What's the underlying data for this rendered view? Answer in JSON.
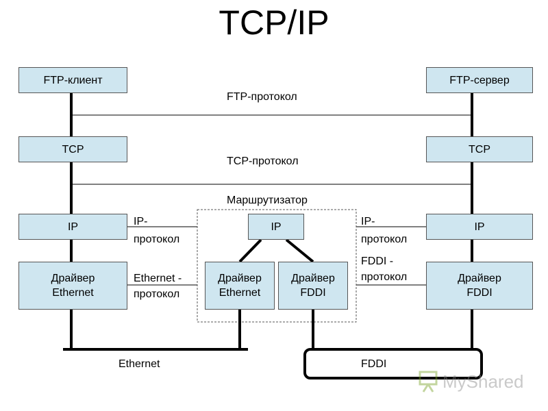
{
  "title": "TCP/IP",
  "left_stack": {
    "ftp": "FTP-клиент",
    "tcp": "TCP",
    "ip": "IP",
    "driver_line1": "Драйвер",
    "driver_line2": "Ethernet"
  },
  "right_stack": {
    "ftp": "FTP-сервер",
    "tcp": "TCP",
    "ip": "IP",
    "driver_line1": "Драйвер",
    "driver_line2": "FDDI"
  },
  "router": {
    "label": "Маршрутизатор",
    "ip": "IP",
    "driver_eth_line1": "Драйвер",
    "driver_eth_line2": "Ethernet",
    "driver_fddi_line1": "Драйвер",
    "driver_fddi_line2": "FDDI"
  },
  "protocols": {
    "ftp": "FTP-протокол",
    "tcp": "TCP-протокол",
    "ip_left_line1": "IP-",
    "ip_left_line2": "протокол",
    "ip_right_line1": "IP-",
    "ip_right_line2": "протокол",
    "eth_line1": "Ethernet -",
    "eth_line2": "протокол",
    "fddi_line1": "FDDI -",
    "fddi_line2": "протокол"
  },
  "networks": {
    "ethernet": "Ethernet",
    "fddi": "FDDI"
  },
  "watermark": "MyShared"
}
